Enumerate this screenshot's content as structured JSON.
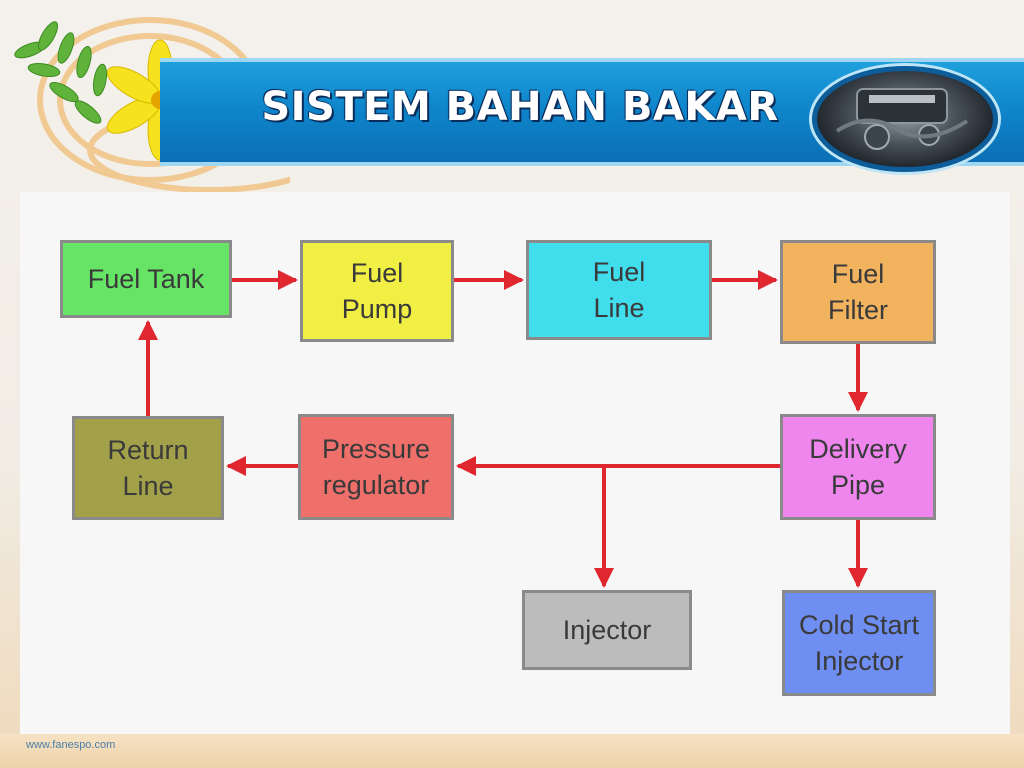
{
  "slide": {
    "title": "SISTEM BAHAN BAKAR"
  },
  "footer": {
    "url": "www.fanespo.com"
  },
  "decorations": {
    "logo_icon": "yellow-flower-leaves-logo",
    "photo_icon": "engine-bay-photo"
  },
  "diagram": {
    "nodes": [
      {
        "id": "fuel_tank",
        "label": "Fuel Tank",
        "color": "#66e466"
      },
      {
        "id": "fuel_pump",
        "label": "Fuel\nPump",
        "color": "#f2ef44"
      },
      {
        "id": "fuel_line",
        "label": "Fuel\nLine",
        "color": "#40ddec"
      },
      {
        "id": "fuel_filter",
        "label": "Fuel\nFilter",
        "color": "#f2b35e"
      },
      {
        "id": "delivery_pipe",
        "label": "Delivery\nPipe",
        "color": "#ee86ee"
      },
      {
        "id": "pressure_regulator",
        "label": "Pressure\nregulator",
        "color": "#ef6f6a"
      },
      {
        "id": "return_line",
        "label": "Return\nLine",
        "color": "#a3a04a"
      },
      {
        "id": "injector",
        "label": "Injector",
        "color": "#bcbcbc"
      },
      {
        "id": "cold_start_injector",
        "label": "Cold Start\nInjector",
        "color": "#6f8ef2"
      }
    ],
    "edges": [
      {
        "from": "fuel_tank",
        "to": "fuel_pump"
      },
      {
        "from": "fuel_pump",
        "to": "fuel_line"
      },
      {
        "from": "fuel_line",
        "to": "fuel_filter"
      },
      {
        "from": "fuel_filter",
        "to": "delivery_pipe"
      },
      {
        "from": "delivery_pipe",
        "to": "pressure_regulator"
      },
      {
        "from": "delivery_pipe",
        "to": "injector"
      },
      {
        "from": "delivery_pipe",
        "to": "cold_start_injector"
      },
      {
        "from": "pressure_regulator",
        "to": "return_line"
      },
      {
        "from": "return_line",
        "to": "fuel_tank"
      }
    ],
    "arrow_color": "#e0262e"
  }
}
